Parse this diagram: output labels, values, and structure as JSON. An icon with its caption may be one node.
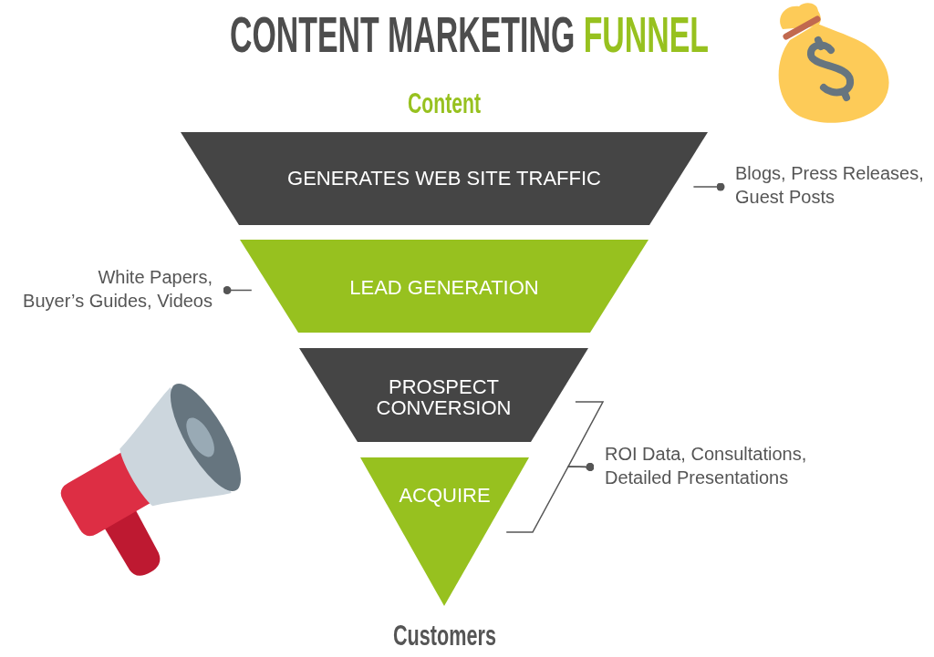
{
  "diagram": {
    "title": "CONTENT MARKETING FUNNEL",
    "nodes": [
      {
        "text": [
          "GENERATES WEB SITE TRAFFIC"
        ]
      },
      {
        "text": [
          "Blogs, Press Releases, Guest Posts"
        ]
      },
      {
        "text": [
          "White Papers, Buyer’s Guides, Videos"
        ]
      },
      {
        "text": [
          "LEAD GENERATION"
        ]
      },
      {
        "text": [
          "PROSPECT CONVERSION"
        ]
      },
      {
        "text": [
          "ROI Data, Consultations, Detailed Presentations"
        ]
      },
      {
        "text": [
          "ACQUIRE"
        ]
      }
    ],
    "edges": [
      {
        "from": 1,
        "to": 0,
        "arrow": "other"
      },
      {
        "from": 2,
        "to": 3,
        "arrow": "other"
      },
      {
        "from": 5,
        "to": 4,
        "arrow": "other"
      },
      {
        "from": 5,
        "to": 6,
        "arrow": "other"
      }
    ],
    "labels": [
      "Content",
      "Customers"
    ]
  }
}
